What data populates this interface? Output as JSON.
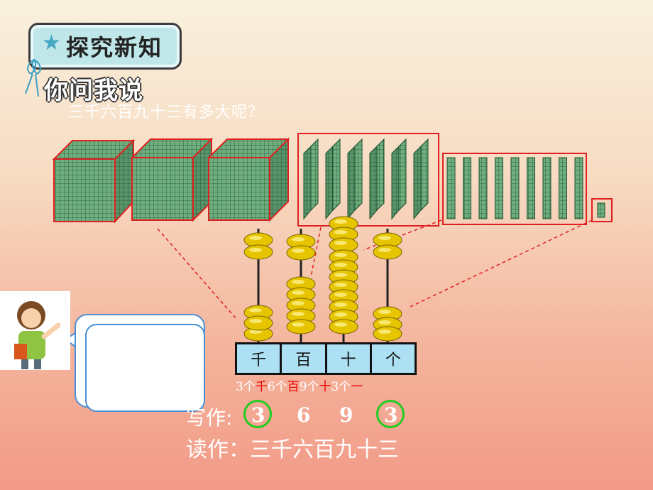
{
  "header": {
    "badge_label": "探究新知",
    "section_title": "你问我说",
    "question": "三千六百九十三有多大呢？"
  },
  "place_values": [
    "千",
    "百",
    "十",
    "个"
  ],
  "abacus": {
    "thousands": 3,
    "hundreds": 6,
    "tens": 9,
    "ones": 3
  },
  "units_line": [
    {
      "text": "3个",
      "red": false
    },
    {
      "text": "千",
      "red": true
    },
    {
      "text": "6个",
      "red": false
    },
    {
      "text": "百",
      "red": true
    },
    {
      "text": "9个",
      "red": false
    },
    {
      "text": "十",
      "red": true
    },
    {
      "text": "3个",
      "red": false
    },
    {
      "text": "一",
      "red": true
    }
  ],
  "write": {
    "label": "写作:",
    "digits": [
      "3",
      "6",
      "9",
      "3"
    ]
  },
  "read": {
    "text": "读作：三千六百九十三"
  },
  "colors": {
    "bead": "#e6c500",
    "cube": "#6fae7e",
    "grid": "#1f4d2d",
    "highlight": "#e52b2b",
    "circle": "#22cc22"
  }
}
